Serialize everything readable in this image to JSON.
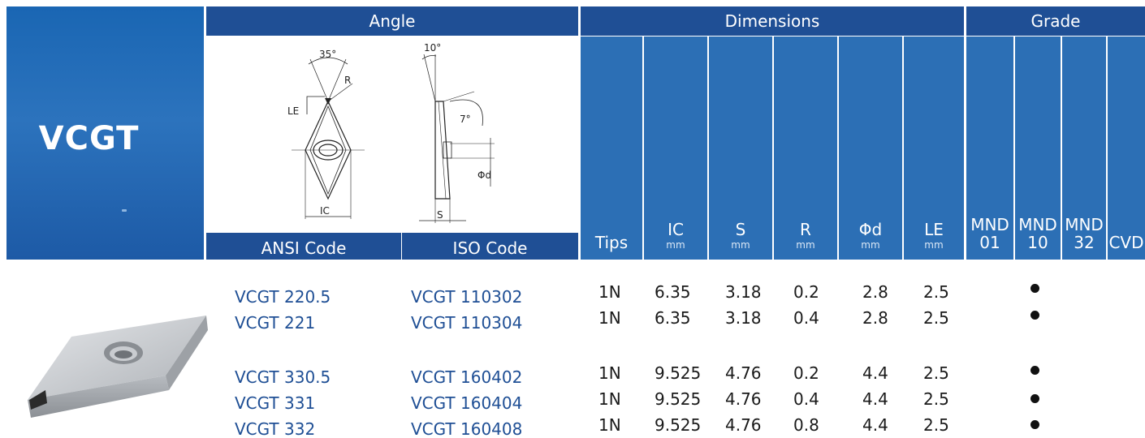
{
  "title": "VCGT",
  "headers": {
    "angle": "Angle",
    "dimensions": "Dimensions",
    "grade": "Grade",
    "ansi_code": "ANSI Code",
    "iso_code": "ISO Code"
  },
  "drawing_labels": {
    "angle_35": "35°",
    "angle_10": "10°",
    "angle_7": "7°",
    "r": "R",
    "le": "LE",
    "ic": "IC",
    "s": "S",
    "phi_d": "Φd"
  },
  "columns": [
    {
      "label": "Tips",
      "unit": ""
    },
    {
      "label": "IC",
      "unit": "mm"
    },
    {
      "label": "S",
      "unit": "mm"
    },
    {
      "label": "R",
      "unit": "mm"
    },
    {
      "label": "Φd",
      "unit": "mm"
    },
    {
      "label": "LE",
      "unit": "mm"
    }
  ],
  "grade_columns": [
    {
      "line1": "MND",
      "line2": "01"
    },
    {
      "line1": "MND",
      "line2": "10"
    },
    {
      "line1": "MND",
      "line2": "32"
    },
    {
      "line1": "CVD",
      "line2": ""
    }
  ],
  "rows": [
    {
      "ansi": "VCGT 220.5",
      "iso": "VCGT 110302",
      "tips": "1N",
      "ic": "6.35",
      "s": "3.18",
      "r": "0.2",
      "d": "2.8",
      "le": "2.5",
      "grade": "MND 10"
    },
    {
      "ansi": "VCGT 221",
      "iso": "VCGT 110304",
      "tips": "1N",
      "ic": "6.35",
      "s": "3.18",
      "r": "0.4",
      "d": "2.8",
      "le": "2.5",
      "grade": "MND 10"
    },
    {
      "ansi": "VCGT 330.5",
      "iso": "VCGT 160402",
      "tips": "1N",
      "ic": "9.525",
      "s": "4.76",
      "r": "0.2",
      "d": "4.4",
      "le": "2.5",
      "grade": "MND 10"
    },
    {
      "ansi": "VCGT 331",
      "iso": "VCGT 160404",
      "tips": "1N",
      "ic": "9.525",
      "s": "4.76",
      "r": "0.4",
      "d": "4.4",
      "le": "2.5",
      "grade": "MND 10"
    },
    {
      "ansi": "VCGT 332",
      "iso": "VCGT 160408",
      "tips": "1N",
      "ic": "9.525",
      "s": "4.76",
      "r": "0.8",
      "d": "4.4",
      "le": "2.5",
      "grade": "MND 10"
    }
  ]
}
